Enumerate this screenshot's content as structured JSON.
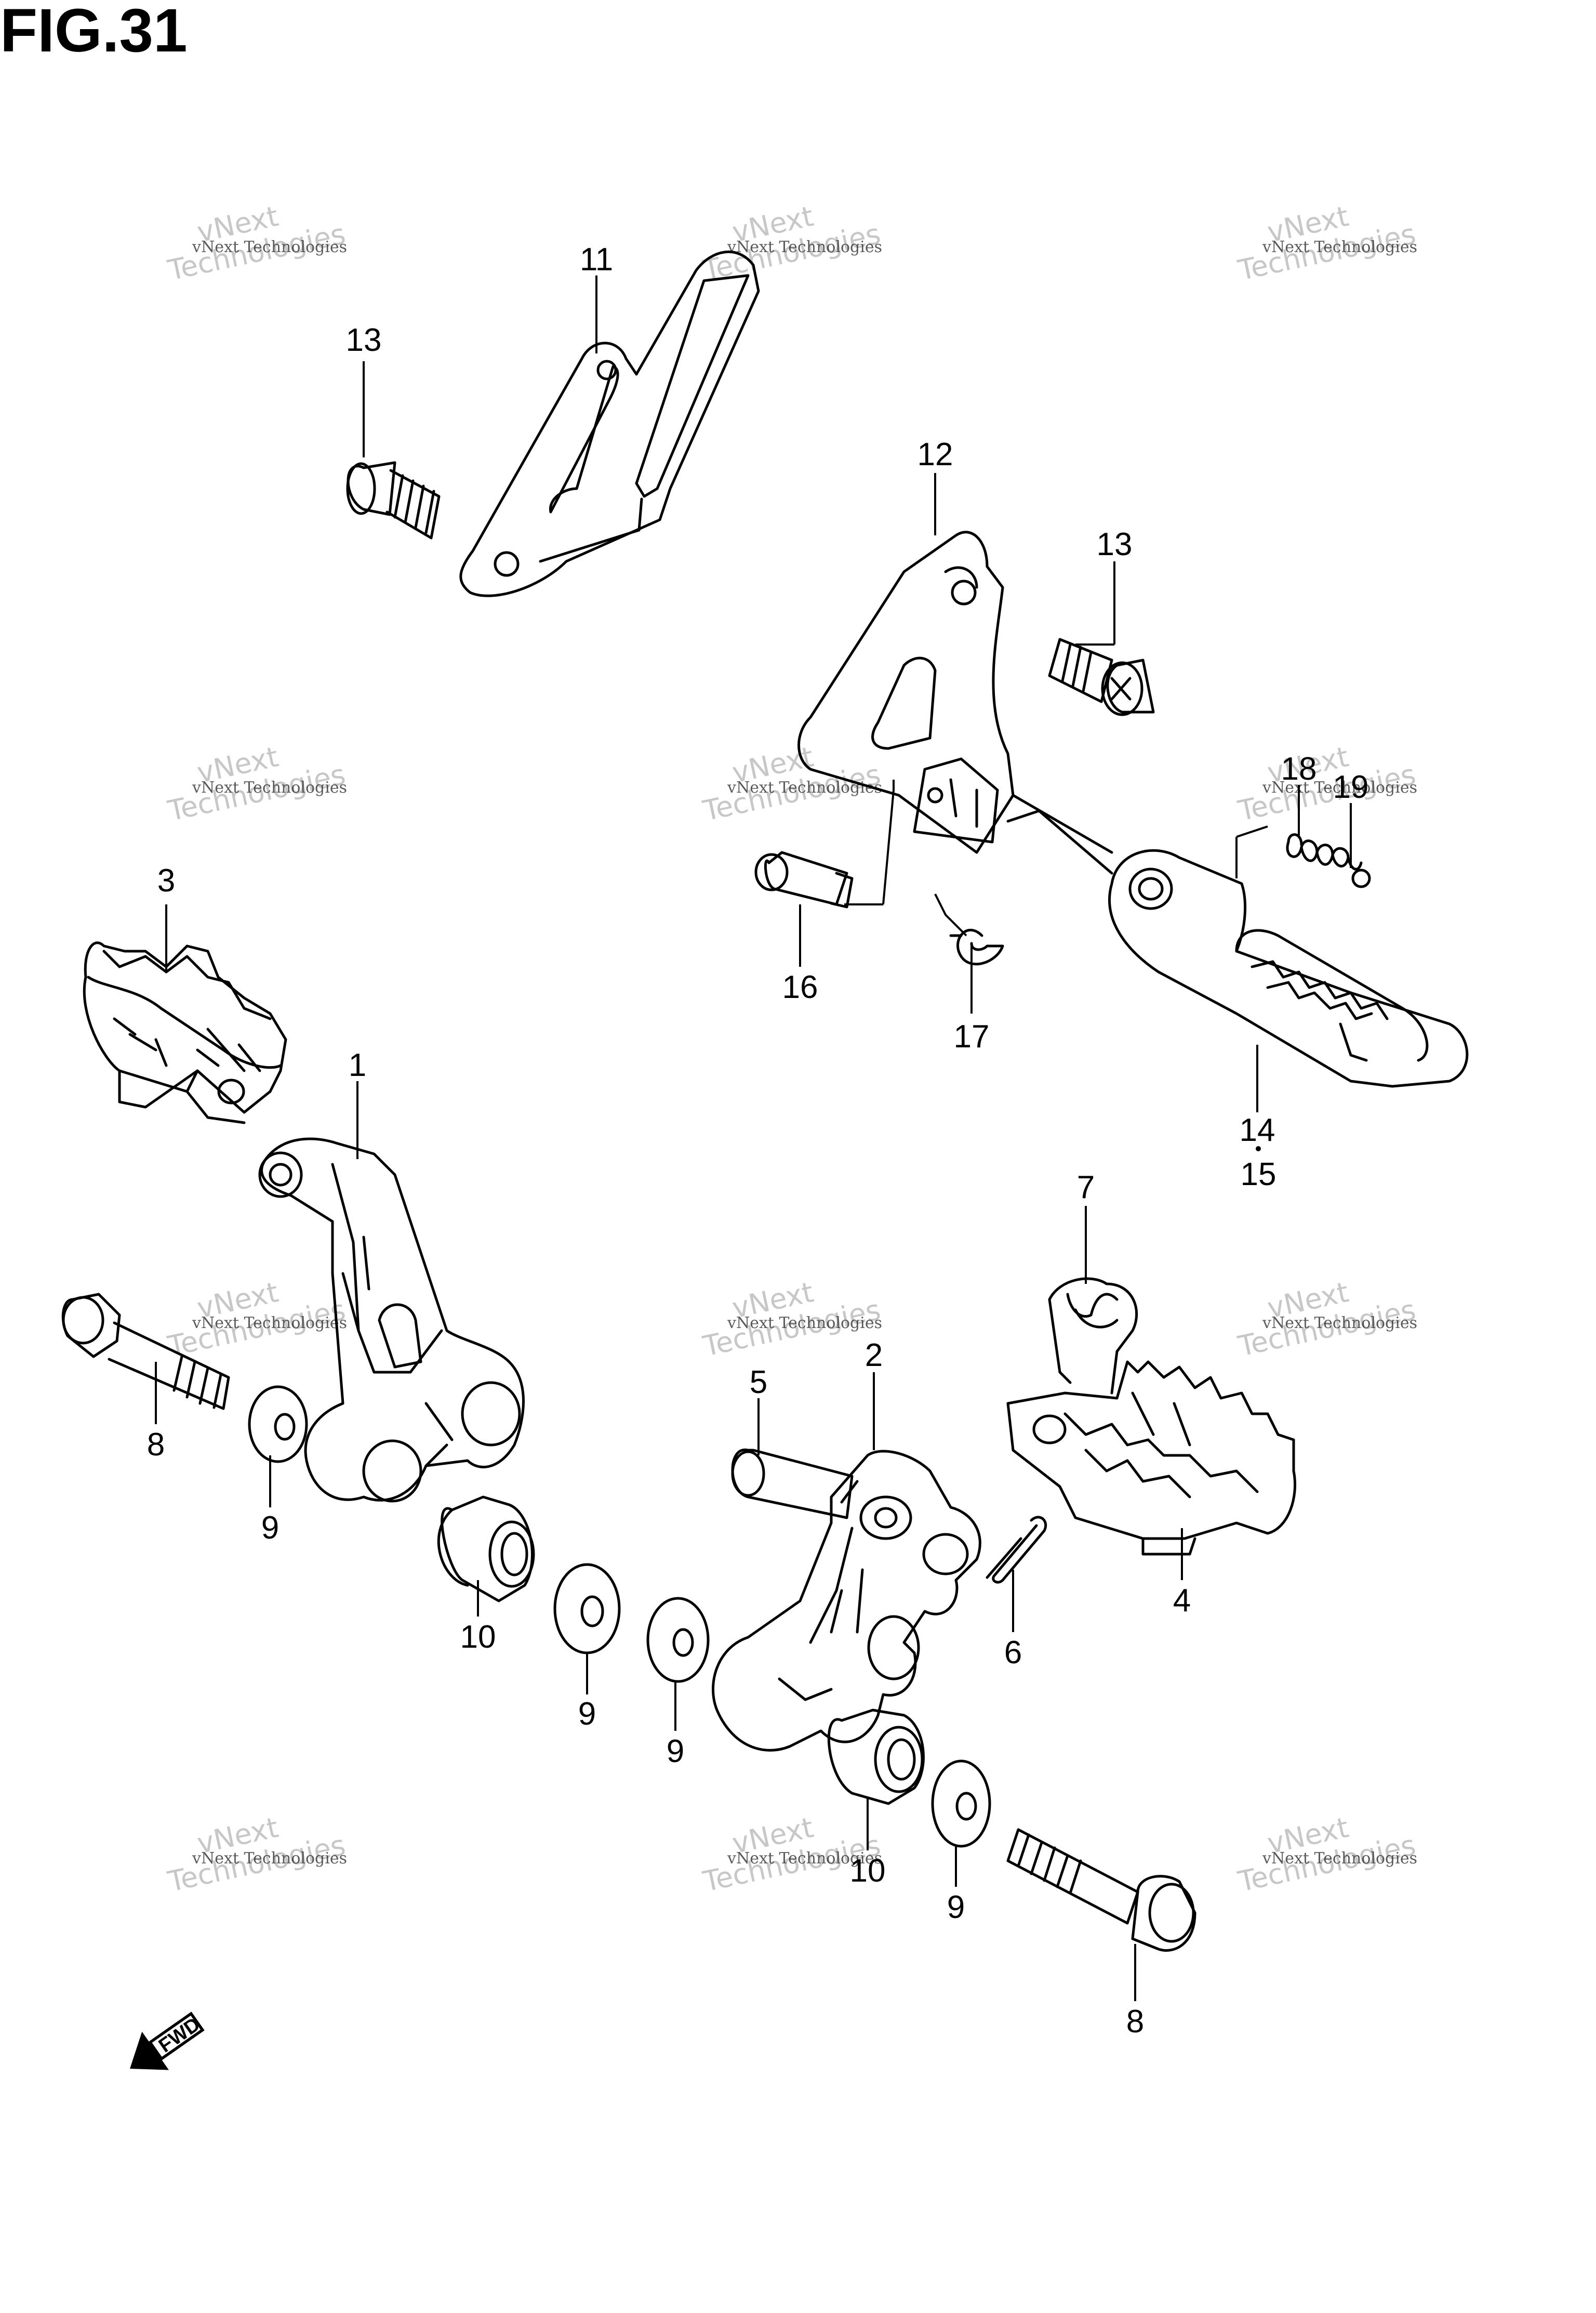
{
  "figure": {
    "title": "FIG.31"
  },
  "callouts": [
    {
      "id": "c11",
      "label": "11"
    },
    {
      "id": "c13a",
      "label": "13"
    },
    {
      "id": "c12",
      "label": "12"
    },
    {
      "id": "c13b",
      "label": "13"
    },
    {
      "id": "c18",
      "label": "18"
    },
    {
      "id": "c19",
      "label": "19"
    },
    {
      "id": "c3",
      "label": "3"
    },
    {
      "id": "c16",
      "label": "16"
    },
    {
      "id": "c17",
      "label": "17"
    },
    {
      "id": "c1",
      "label": "1"
    },
    {
      "id": "c14",
      "label": "14"
    },
    {
      "id": "c15",
      "label": "15"
    },
    {
      "id": "c7",
      "label": "7"
    },
    {
      "id": "c5",
      "label": "5"
    },
    {
      "id": "c2",
      "label": "2"
    },
    {
      "id": "c8a",
      "label": "8"
    },
    {
      "id": "c9a",
      "label": "9"
    },
    {
      "id": "c10a",
      "label": "10"
    },
    {
      "id": "c9b",
      "label": "9"
    },
    {
      "id": "c6",
      "label": "6"
    },
    {
      "id": "c4",
      "label": "4"
    },
    {
      "id": "c9c",
      "label": "9"
    },
    {
      "id": "c10b",
      "label": "10"
    },
    {
      "id": "c9d",
      "label": "9"
    },
    {
      "id": "c8b",
      "label": "8"
    }
  ],
  "watermark": {
    "line1": "vNext",
    "line2": "Technologies",
    "small": "vNext Technologies"
  },
  "fwd_arrow": {
    "label": "FWD"
  }
}
